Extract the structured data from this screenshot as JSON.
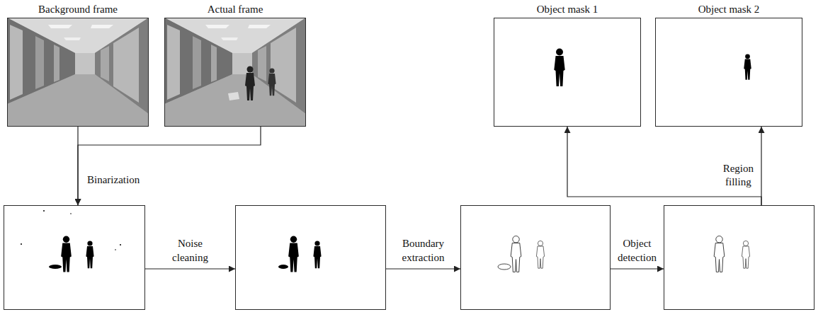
{
  "diagram": {
    "nodes": [
      {
        "text": [
          "Background frame"
        ]
      },
      {
        "text": [
          "Actual frame"
        ]
      },
      {
        "text": [
          "Object mask 1"
        ]
      },
      {
        "text": [
          "Object mask 2"
        ]
      },
      {
        "text": []
      },
      {
        "text": []
      },
      {
        "text": []
      },
      {
        "text": []
      }
    ],
    "edges": [
      {
        "from": 0,
        "to": 4,
        "arrow": "to",
        "label": "Binarization"
      },
      {
        "from": 1,
        "to": 4,
        "arrow": "to"
      },
      {
        "from": 4,
        "to": 5,
        "arrow": "to",
        "label": "Noise cleaning"
      },
      {
        "from": 5,
        "to": 6,
        "arrow": "to",
        "label": "Boundary extraction"
      },
      {
        "from": 6,
        "to": 7,
        "arrow": "to",
        "label": "Object detection"
      },
      {
        "from": 7,
        "to": 3,
        "arrow": "to",
        "label": "Region filling"
      },
      {
        "from": 7,
        "to": 2,
        "arrow": "to"
      }
    ]
  }
}
